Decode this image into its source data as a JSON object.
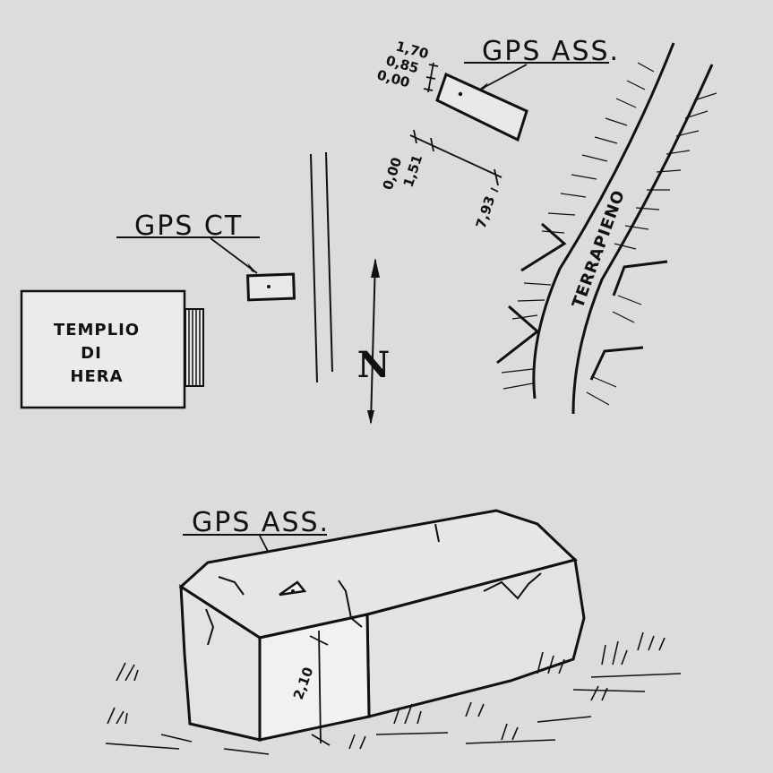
{
  "plan": {
    "gps_ass_label": "GPS ASS.",
    "gps_ct_label": "GPS CT",
    "temple_label_lines": [
      "TEMPLIO",
      "DI",
      "HERA"
    ],
    "embankment_label": "TERRAPIENO",
    "north_symbol": "N",
    "height_dims": [
      "1,70",
      "0,85",
      "0,00"
    ],
    "offset_dims": [
      "0,00",
      "1,51",
      "7,93"
    ]
  },
  "perspective": {
    "gps_ass_label": "GPS ASS.",
    "height_dim": "2,10"
  }
}
